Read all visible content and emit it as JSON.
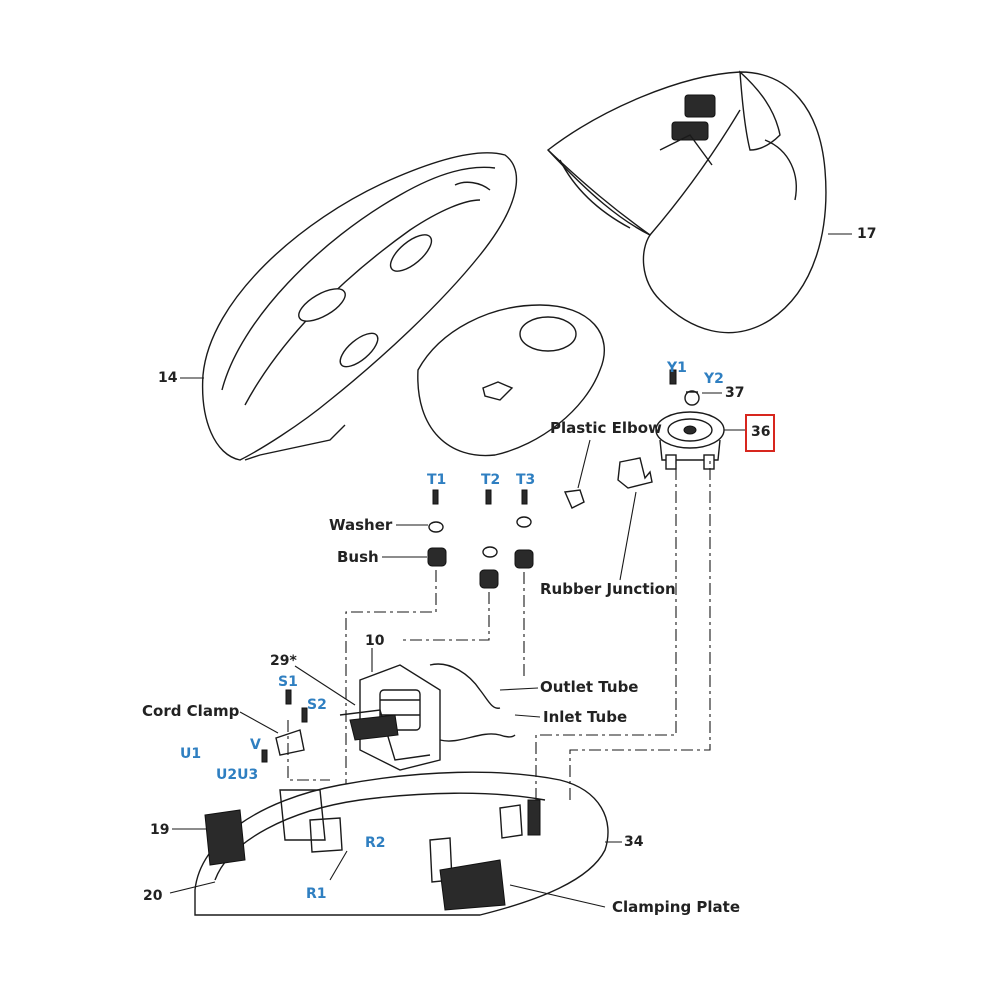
{
  "diagram": {
    "parts": {
      "p17": "17",
      "p14": "14",
      "p37": "37",
      "p36": "36",
      "p10": "10",
      "p29": "29*",
      "p19": "19",
      "p20": "20",
      "p34": "34"
    },
    "labels": {
      "y1": "Y1",
      "y2": "Y2",
      "plastic_elbow": "Plastic Elbow",
      "t1": "T1",
      "t2": "T2",
      "t3": "T3",
      "washer": "Washer",
      "bush": "Bush",
      "rubber_junction": "Rubber Junction",
      "outlet_tube": "Outlet Tube",
      "inlet_tube": "Inlet Tube",
      "s1": "S1",
      "s2": "S2",
      "cord_clamp": "Cord Clamp",
      "v": "V",
      "u1": "U1",
      "u2u3": "U2U3",
      "r2": "R2",
      "r1": "R1",
      "clamping_plate": "Clamping Plate"
    },
    "highlight_color": "#d7261e",
    "label_color_primary": "#222222",
    "label_color_secondary": "#2f7fc1"
  }
}
